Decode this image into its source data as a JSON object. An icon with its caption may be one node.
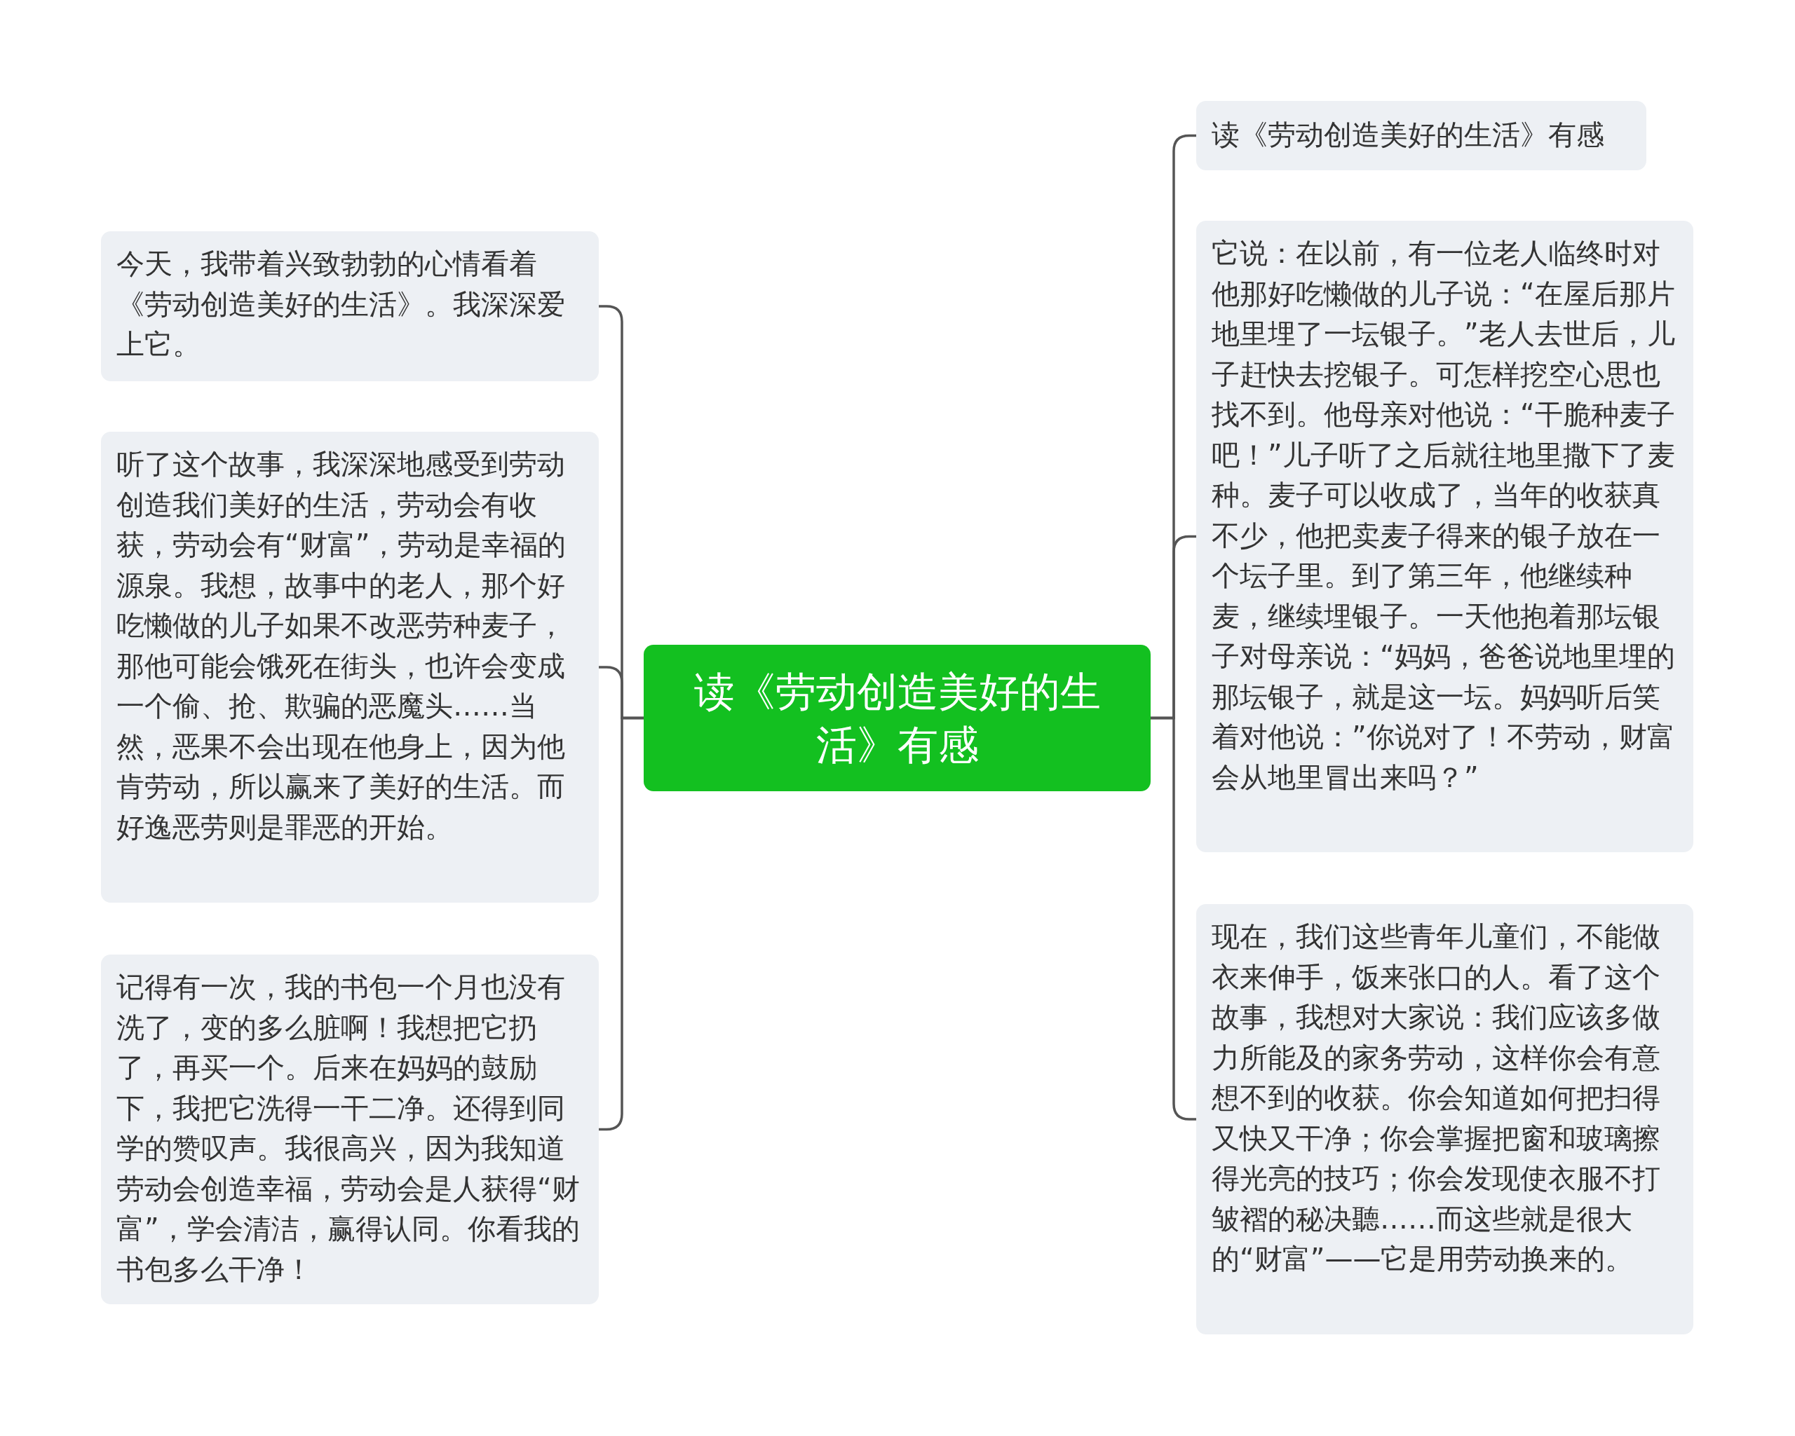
{
  "diagram": {
    "nodes": [
      {
        "text": [
          "读《劳动创造美好的生活》有感"
        ]
      },
      {
        "text": [
          "今天，我带着兴致勃勃的心情看着《劳动创造美好的生活》。我深深爱上它。"
        ]
      },
      {
        "text": [
          "听了这个故事，我深深地感受到劳动创造我们美好的生活，劳动会有收获，劳动会有“财富”，劳动是幸福的源泉。我想，故事中的老人，那个好吃懒做的儿子如果不改恶劳种麦子，那他可能会饿死在街头，也许会变成一个偷、抢、欺骗的恶魔头……当然，恶果不会出现在他身上，因为他肯劳动，所以赢来了美好的生活。而好逸恶劳则是罪恶的开始。"
        ]
      },
      {
        "text": [
          "记得有一次，我的书包一个月也没有洗了，变的多么脏啊！我想把它扔了，再买一个。后来在妈妈的鼓励下，我把它洗得一干二净。还得到同学的赞叹声。我很高兴，因为我知道劳动会创造幸福，劳动会是人获得“财富”，学会清洁，赢得认同。你看我的书包多么干净！"
        ]
      },
      {
        "text": [
          "读《劳动创造美好的生活》有感"
        ]
      },
      {
        "text": [
          "它说：在以前，有一位老人临终时对他那好吃懒做的儿子说：“在屋后那片地里埋了一坛银子。”老人去世后，儿子赶快去挖银子。可怎样挖空心思也找不到。他母亲对他说：“干脆种麦子吧！”儿子听了之后就往地里撒下了麦种。麦子可以收成了，当年的收获真不少，他把卖麦子得来的银子放在一个坛子里。到了第三年，他继续种麦，继续埋银子。一天他抱着那坛银子对母亲说：“妈妈，爸爸说地里埋的那坛银子，就是这一坛。妈妈听后笑着对他说：”你说对了！不劳动，财富会从地里冒出来吗？”"
        ]
      },
      {
        "text": [
          "现在，我们这些青年儿童们，不能做衣来伸手，饭来张口的人。看了这个故事，我想对大家说：我们应该多做力所能及的家务劳动，这样你会有意想不到的收获。你会知道如何把扫得又快又干净；你会掌握把窗和玻璃擦得光亮的技巧；你会发现使衣服不打皱褶的秘决聽……而这些就是很大的“财富”——它是用劳动换来的。"
        ]
      }
    ],
    "edges": [
      {
        "from": 0,
        "to": 1,
        "arrow": "none"
      },
      {
        "from": 0,
        "to": 2,
        "arrow": "none"
      },
      {
        "from": 0,
        "to": 3,
        "arrow": "none"
      },
      {
        "from": 0,
        "to": 4,
        "arrow": "none"
      },
      {
        "from": 0,
        "to": 5,
        "arrow": "none"
      },
      {
        "from": 0,
        "to": 6,
        "arrow": "none"
      }
    ]
  }
}
